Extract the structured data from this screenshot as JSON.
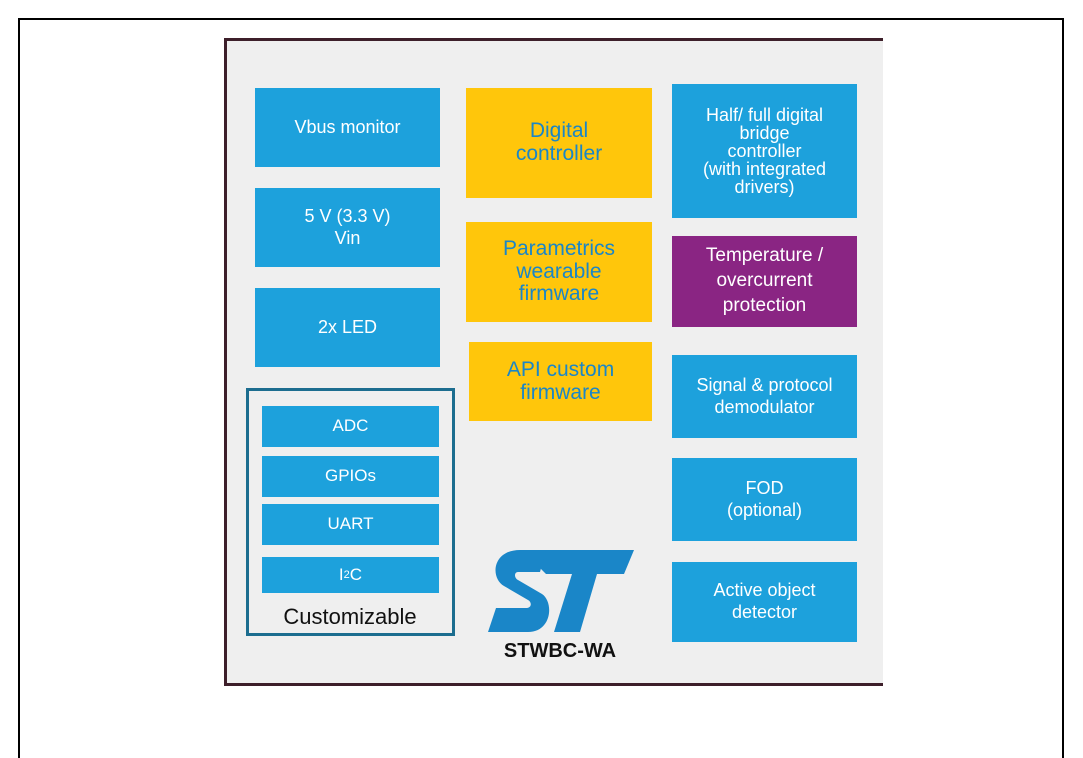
{
  "diagram": {
    "left_column": [
      {
        "id": "vbus",
        "text": "Vbus monitor"
      },
      {
        "id": "vin",
        "text": "5 V (3.3 V)\nVin"
      },
      {
        "id": "led",
        "text": "2x LED"
      }
    ],
    "customizable": {
      "items": [
        "ADC",
        "GPIOs",
        "UART"
      ],
      "i2c": {
        "base": "I",
        "sup": "2",
        "rest": "C"
      },
      "label": "Customizable"
    },
    "center_column": [
      {
        "id": "digital",
        "text": "Digital\ncontroller"
      },
      {
        "id": "param",
        "text": "Parametrics\nwearable\nfirmware"
      },
      {
        "id": "api",
        "text": "API custom\nfirmware"
      }
    ],
    "right_column": [
      {
        "id": "bridge",
        "text": "Half/ full digital\nbridge\ncontroller\n(with integrated\ndrivers)"
      },
      {
        "id": "temp",
        "text": "Temperature /\novercurrent\nprotection"
      },
      {
        "id": "signal",
        "text": "Signal & protocol\ndemodulator"
      },
      {
        "id": "fod",
        "text": "FOD\n(optional)"
      },
      {
        "id": "active",
        "text": "Active object\ndetector"
      }
    ],
    "logo": "ST",
    "part_number": "STWBC-WA",
    "colors": {
      "blue_block": "#1da1dc",
      "yellow_block": "#ffc60b",
      "yellow_text": "#1a86c8",
      "purple_block": "#8a2583",
      "panel_background": "#efefef",
      "panel_border": "#3d1f2a",
      "logo": "#1a86c8"
    }
  }
}
